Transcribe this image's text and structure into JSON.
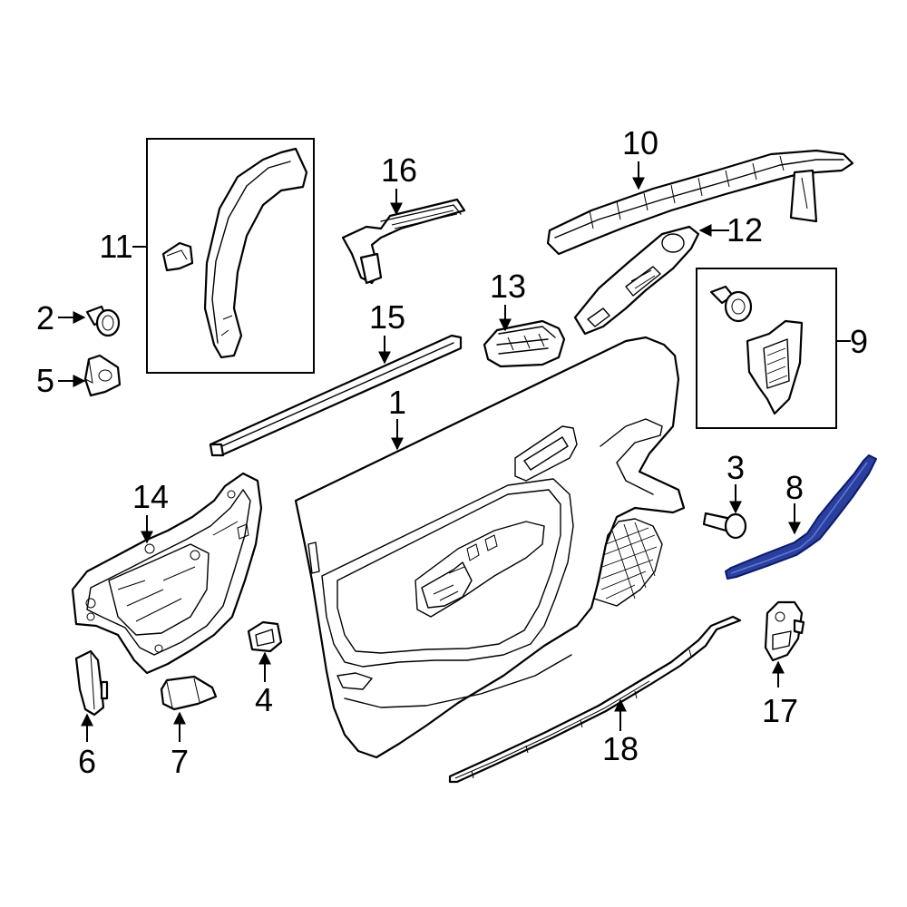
{
  "highlight_color": "#2a3f9e",
  "highlighted_part": "8",
  "callouts": {
    "c1": "1",
    "c2": "2",
    "c3": "3",
    "c4": "4",
    "c5": "5",
    "c6": "6",
    "c7": "7",
    "c8": "8",
    "c9": "9",
    "c10": "10",
    "c11": "11",
    "c12": "12",
    "c13": "13",
    "c14": "14",
    "c15": "15",
    "c16": "16",
    "c17": "17",
    "c18": "18"
  }
}
